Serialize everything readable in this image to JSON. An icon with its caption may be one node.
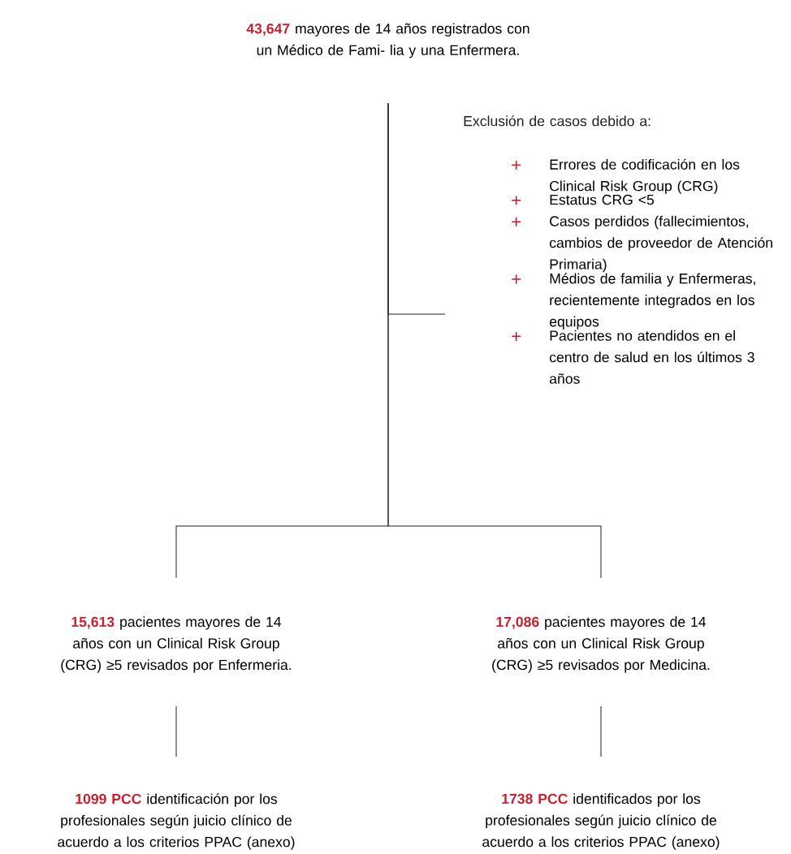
{
  "diagram": {
    "nodes": [
      {
        "text": [
          "**43,647** mayores de 14 años registrados con un Médico de Fami- lia y una Enfermera."
        ]
      },
      {
        "text": [
          "Exclusión de casos debido a:",
          "Errores de codificación en los Clinical Risk Group (CRG)",
          "Estatus CRG <5",
          "Casos perdidos (fallecimientos, cambios de proveedor de Atención Primaria)",
          "Médios de familia y Enfermeras, recientemente integrados en los equipos",
          "Pacientes no atendidos en el centro de salud en los últimos 3 años"
        ]
      },
      {
        "text": [
          "**15,613** pacientes mayores de 14 años con un Clinical Risk Group (CRG) ≥5 revisados por Enfermeria."
        ]
      },
      {
        "text": [
          "**17,086** pacientes mayores de 14 años con un Clinical Risk Group (CRG) ≥5 revisados por Medicina."
        ]
      },
      {
        "text": [
          "**1099 PCC** identificación por los profesionales según juicio clínico de acuerdo a los criterios PPAC (anexo)"
        ]
      },
      {
        "text": [
          "**1738 PCC** identificados por los profesionales según juicio clínico de acuerdo a los criterios PPAC (anexo)"
        ]
      }
    ],
    "edges": [
      {
        "from": 0,
        "to": 1,
        "arrow": "none"
      },
      {
        "from": 0,
        "to": 2,
        "arrow": "none"
      },
      {
        "from": 0,
        "to": 3,
        "arrow": "none"
      },
      {
        "from": 2,
        "to": 4,
        "arrow": "none"
      },
      {
        "from": 3,
        "to": 5,
        "arrow": "none"
      }
    ]
  }
}
